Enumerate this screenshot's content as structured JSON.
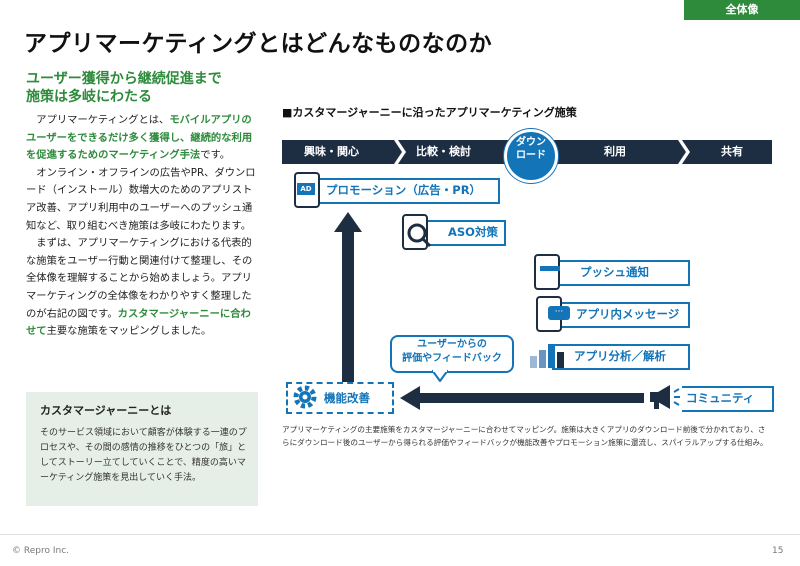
{
  "header": {
    "tag": "全体像",
    "title": "アプリマーケティングとはどんなものなのか"
  },
  "left": {
    "subhead_line1": "ユーザー獲得から継続促進まで",
    "subhead_line2": "施策は多岐にわたる",
    "p1_a": "アプリマーケティングとは、",
    "p1_hl": "モバイルアプリのユーザーをできるだけ多く獲得し、継続的な利用を促進するためのマーケティング手法",
    "p1_b": "です。",
    "p2": "オンライン・オフラインの広告やPR、ダウンロード（インストール）数増大のためのアプリストア改善、アプリ利用中のユーザーへのプッシュ通知など、取り組むべき施策は多岐にわたります。",
    "p3_a": "まずは、アプリマーケティングにおける代表的な施策をユーザー行動と関連付けて整理し、その全体像を理解することから始めましょう。アプリマーケティングの全体像をわかりやすく整理したのが右記の図です。",
    "p3_hl": "カスタマージャーニーに合わせて",
    "p3_b": "主要な施策をマッピングしました。",
    "box_title": "カスタマージャーニーとは",
    "box_text": "そのサービス領域において顧客が体験する一連のプロセスや、その間の感情の推移をひとつの「旅」としてストーリー立てしていくことで、精度の高いマーケティング施策を見出していく手法。"
  },
  "diagram": {
    "title": "■カスタマージャーニーに沿ったアプリマーケティング施策",
    "stages": [
      "興味・関心",
      "比較・検討",
      "利用",
      "共有"
    ],
    "download_line1": "ダウン",
    "download_line2": "ロード",
    "measures": {
      "promotion": "プロモーション（広告・PR）",
      "aso": "ASO対策",
      "push": "プッシュ通知",
      "inapp": "アプリ内メッセージ",
      "analytics": "アプリ分析／解析",
      "community": "コミュニティ",
      "improve": "機能改善"
    },
    "ad_badge": "AD",
    "feedback_line1": "ユーザーからの",
    "feedback_line2": "評価やフィードバック",
    "caption": "アプリマーケティングの主要施策をカスタマージャーニーに合わせてマッピング。施策は大きくアプリのダウンロード前後で分かれており、さらにダウンロード後のユーザーから得られる評価やフィードバックが機能改善やプロモーション施策に還流し、スパイラルアップする仕組み。"
  },
  "footer": {
    "copyright": "© Repro Inc.",
    "page": "15"
  },
  "colors": {
    "green": "#2e8b3c",
    "navy": "#1e2e42",
    "blue": "#1474b8",
    "box_bg": "#e6efe7"
  },
  "icons": [
    "phone-ad-icon",
    "magnifier-icon",
    "phone-notification-icon",
    "chat-icon",
    "bar-chart-icon",
    "megaphone-icon",
    "gear-icon",
    "up-arrow-icon",
    "left-arrow-icon"
  ]
}
